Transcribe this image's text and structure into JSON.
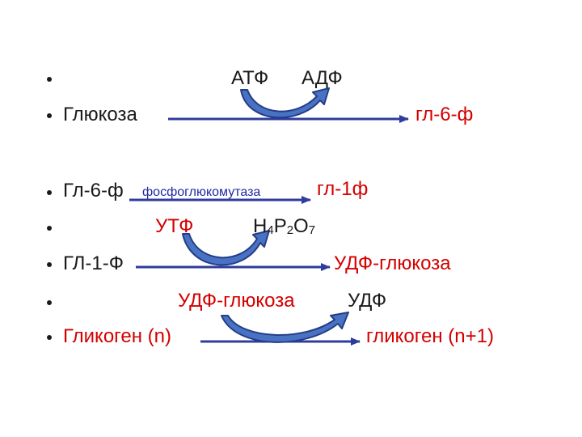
{
  "colors": {
    "arrow": "#2f3c9c",
    "curved_arrow_fill": "#4a72c4",
    "curved_arrow_stroke": "#233e86",
    "product_text": "#d40000",
    "enzyme_text": "#1f2aa6"
  },
  "row1": {
    "atf": "АТФ",
    "adf": "АДФ"
  },
  "row2": {
    "substrate": "Глюкоза",
    "product": "гл-6-ф"
  },
  "row3": {
    "substrate": "Гл-6-ф",
    "enzyme": "фосфоглюкомутаза",
    "product": "гл-1ф"
  },
  "row4": {
    "utf": "УТФ",
    "pyro_h": "H",
    "pyro_h_sub": "4",
    "pyro_p": "P",
    "pyro_p_sub": "2",
    "pyro_o": "O",
    "pyro_o_sub": "7"
  },
  "row5": {
    "substrate": "ГЛ-1-Ф",
    "product": "УДФ-глюкоза"
  },
  "row6": {
    "udpg": "УДФ-глюкоза",
    "udf": "УДФ"
  },
  "row7": {
    "substrate": "Гликоген (n)",
    "product": "гликоген (n+1)"
  }
}
